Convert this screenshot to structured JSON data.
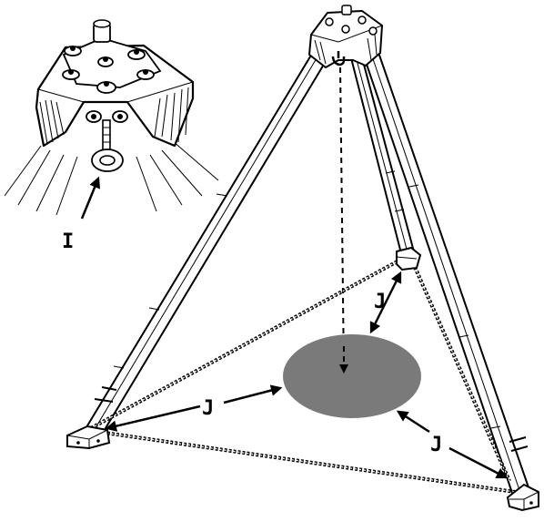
{
  "labels": {
    "detail": "I",
    "chain_right_upper": "J",
    "chain_left": "J",
    "chain_right_lower": "J"
  },
  "colors": {
    "target_area": "#7a7a7a",
    "ink": "#000000",
    "background": "#ffffff"
  }
}
